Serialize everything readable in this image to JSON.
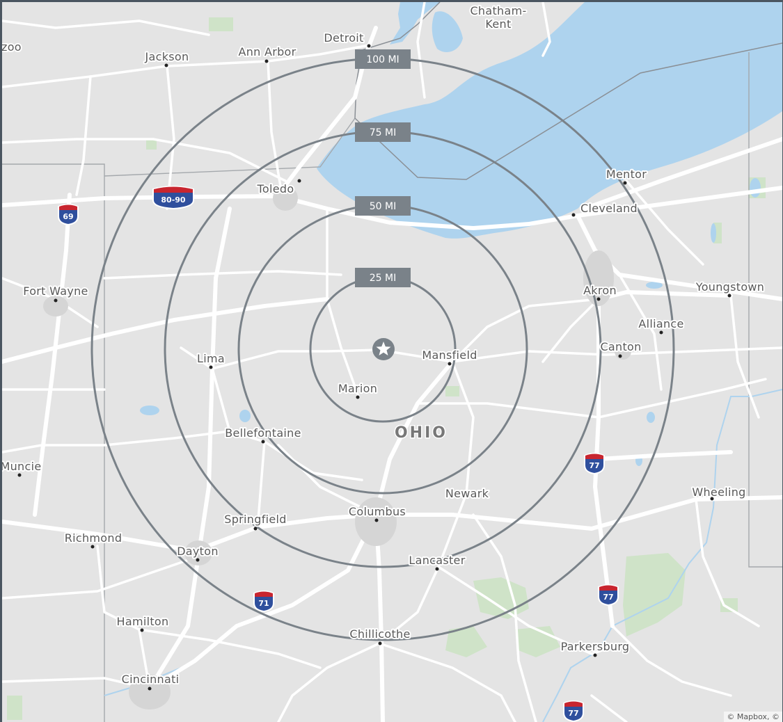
{
  "map": {
    "state_label": "OHIO",
    "attribution": "© Mapbox, ©",
    "center_marker_icon": "star-icon",
    "radius_rings": [
      {
        "label": "100 MI"
      },
      {
        "label": "75 MI"
      },
      {
        "label": "50 MI"
      },
      {
        "label": "25 MI"
      }
    ],
    "cities": [
      {
        "name": "Detroit"
      },
      {
        "name": "Chatham-"
      },
      {
        "name": "Kent"
      },
      {
        "name": "zoo"
      },
      {
        "name": "Jackson"
      },
      {
        "name": "Ann Arbor"
      },
      {
        "name": "Toledo"
      },
      {
        "name": "Mentor"
      },
      {
        "name": "Cleveland"
      },
      {
        "name": "Fort Wayne"
      },
      {
        "name": "Akron"
      },
      {
        "name": "Youngstown"
      },
      {
        "name": "Alliance"
      },
      {
        "name": "Canton"
      },
      {
        "name": "Lima"
      },
      {
        "name": "Mansfield"
      },
      {
        "name": "Marion"
      },
      {
        "name": "Bellefontaine"
      },
      {
        "name": "Muncie"
      },
      {
        "name": "Newark"
      },
      {
        "name": "Wheeling"
      },
      {
        "name": "Columbus"
      },
      {
        "name": "Springfield"
      },
      {
        "name": "Richmond"
      },
      {
        "name": "Dayton"
      },
      {
        "name": "Lancaster"
      },
      {
        "name": "Hamilton"
      },
      {
        "name": "Chillicothe"
      },
      {
        "name": "Parkersburg"
      },
      {
        "name": "Cincinnati"
      }
    ],
    "interstates": [
      {
        "number": "80-90"
      },
      {
        "number": "69"
      },
      {
        "number": "77"
      },
      {
        "number": "71"
      },
      {
        "number": "77"
      },
      {
        "number": "77"
      }
    ],
    "colors": {
      "land": "#e4e4e4",
      "water": "#aed3ee",
      "road": "#ffffff",
      "park": "#cfe3c8",
      "ring": "#7a8289",
      "label_bg": "#7a8289",
      "shield_blue": "#2f4f9d",
      "shield_red": "#c8252f"
    }
  }
}
